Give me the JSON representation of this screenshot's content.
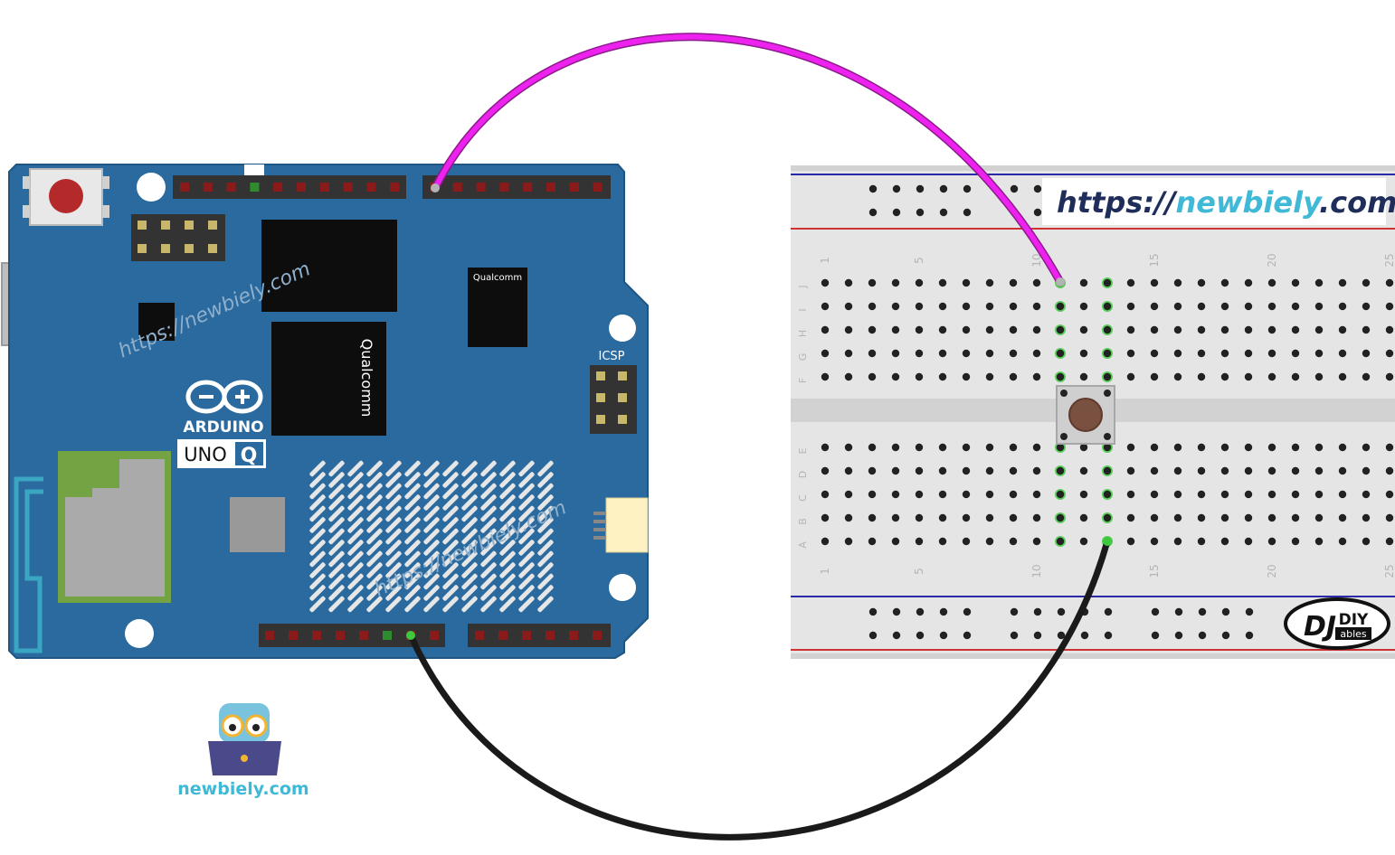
{
  "board": {
    "brand": "ARDUINO",
    "model": "UNO",
    "model_badge": "Q",
    "icsp_label": "ICSP",
    "chip_brand_small": "Qualcomm",
    "chip_brand_large": "Qualcomm",
    "watermark": "https://newbiely.com"
  },
  "breadboard": {
    "row_letters_top": [
      "J",
      "I",
      "H",
      "G",
      "F"
    ],
    "row_letters_bottom": [
      "E",
      "D",
      "C",
      "B",
      "A"
    ],
    "column_numbers": [
      "1",
      "5",
      "10",
      "15",
      "20",
      "25"
    ]
  },
  "banner": {
    "prefix": "https://",
    "name": "newbiely",
    "suffix": ".com"
  },
  "footer_logo": {
    "text": "newbiely.com"
  },
  "brand_logo": {
    "top": "DIY",
    "bottom": "ables"
  },
  "colors": {
    "board_blue": "#2a6a9e",
    "wire_signal": "#ee22ee",
    "wire_ground": "#1a1a1a",
    "brand_teal": "#3fb9d6",
    "banner_navy": "#1f2d5a",
    "active_hole": "#3ec83e"
  }
}
